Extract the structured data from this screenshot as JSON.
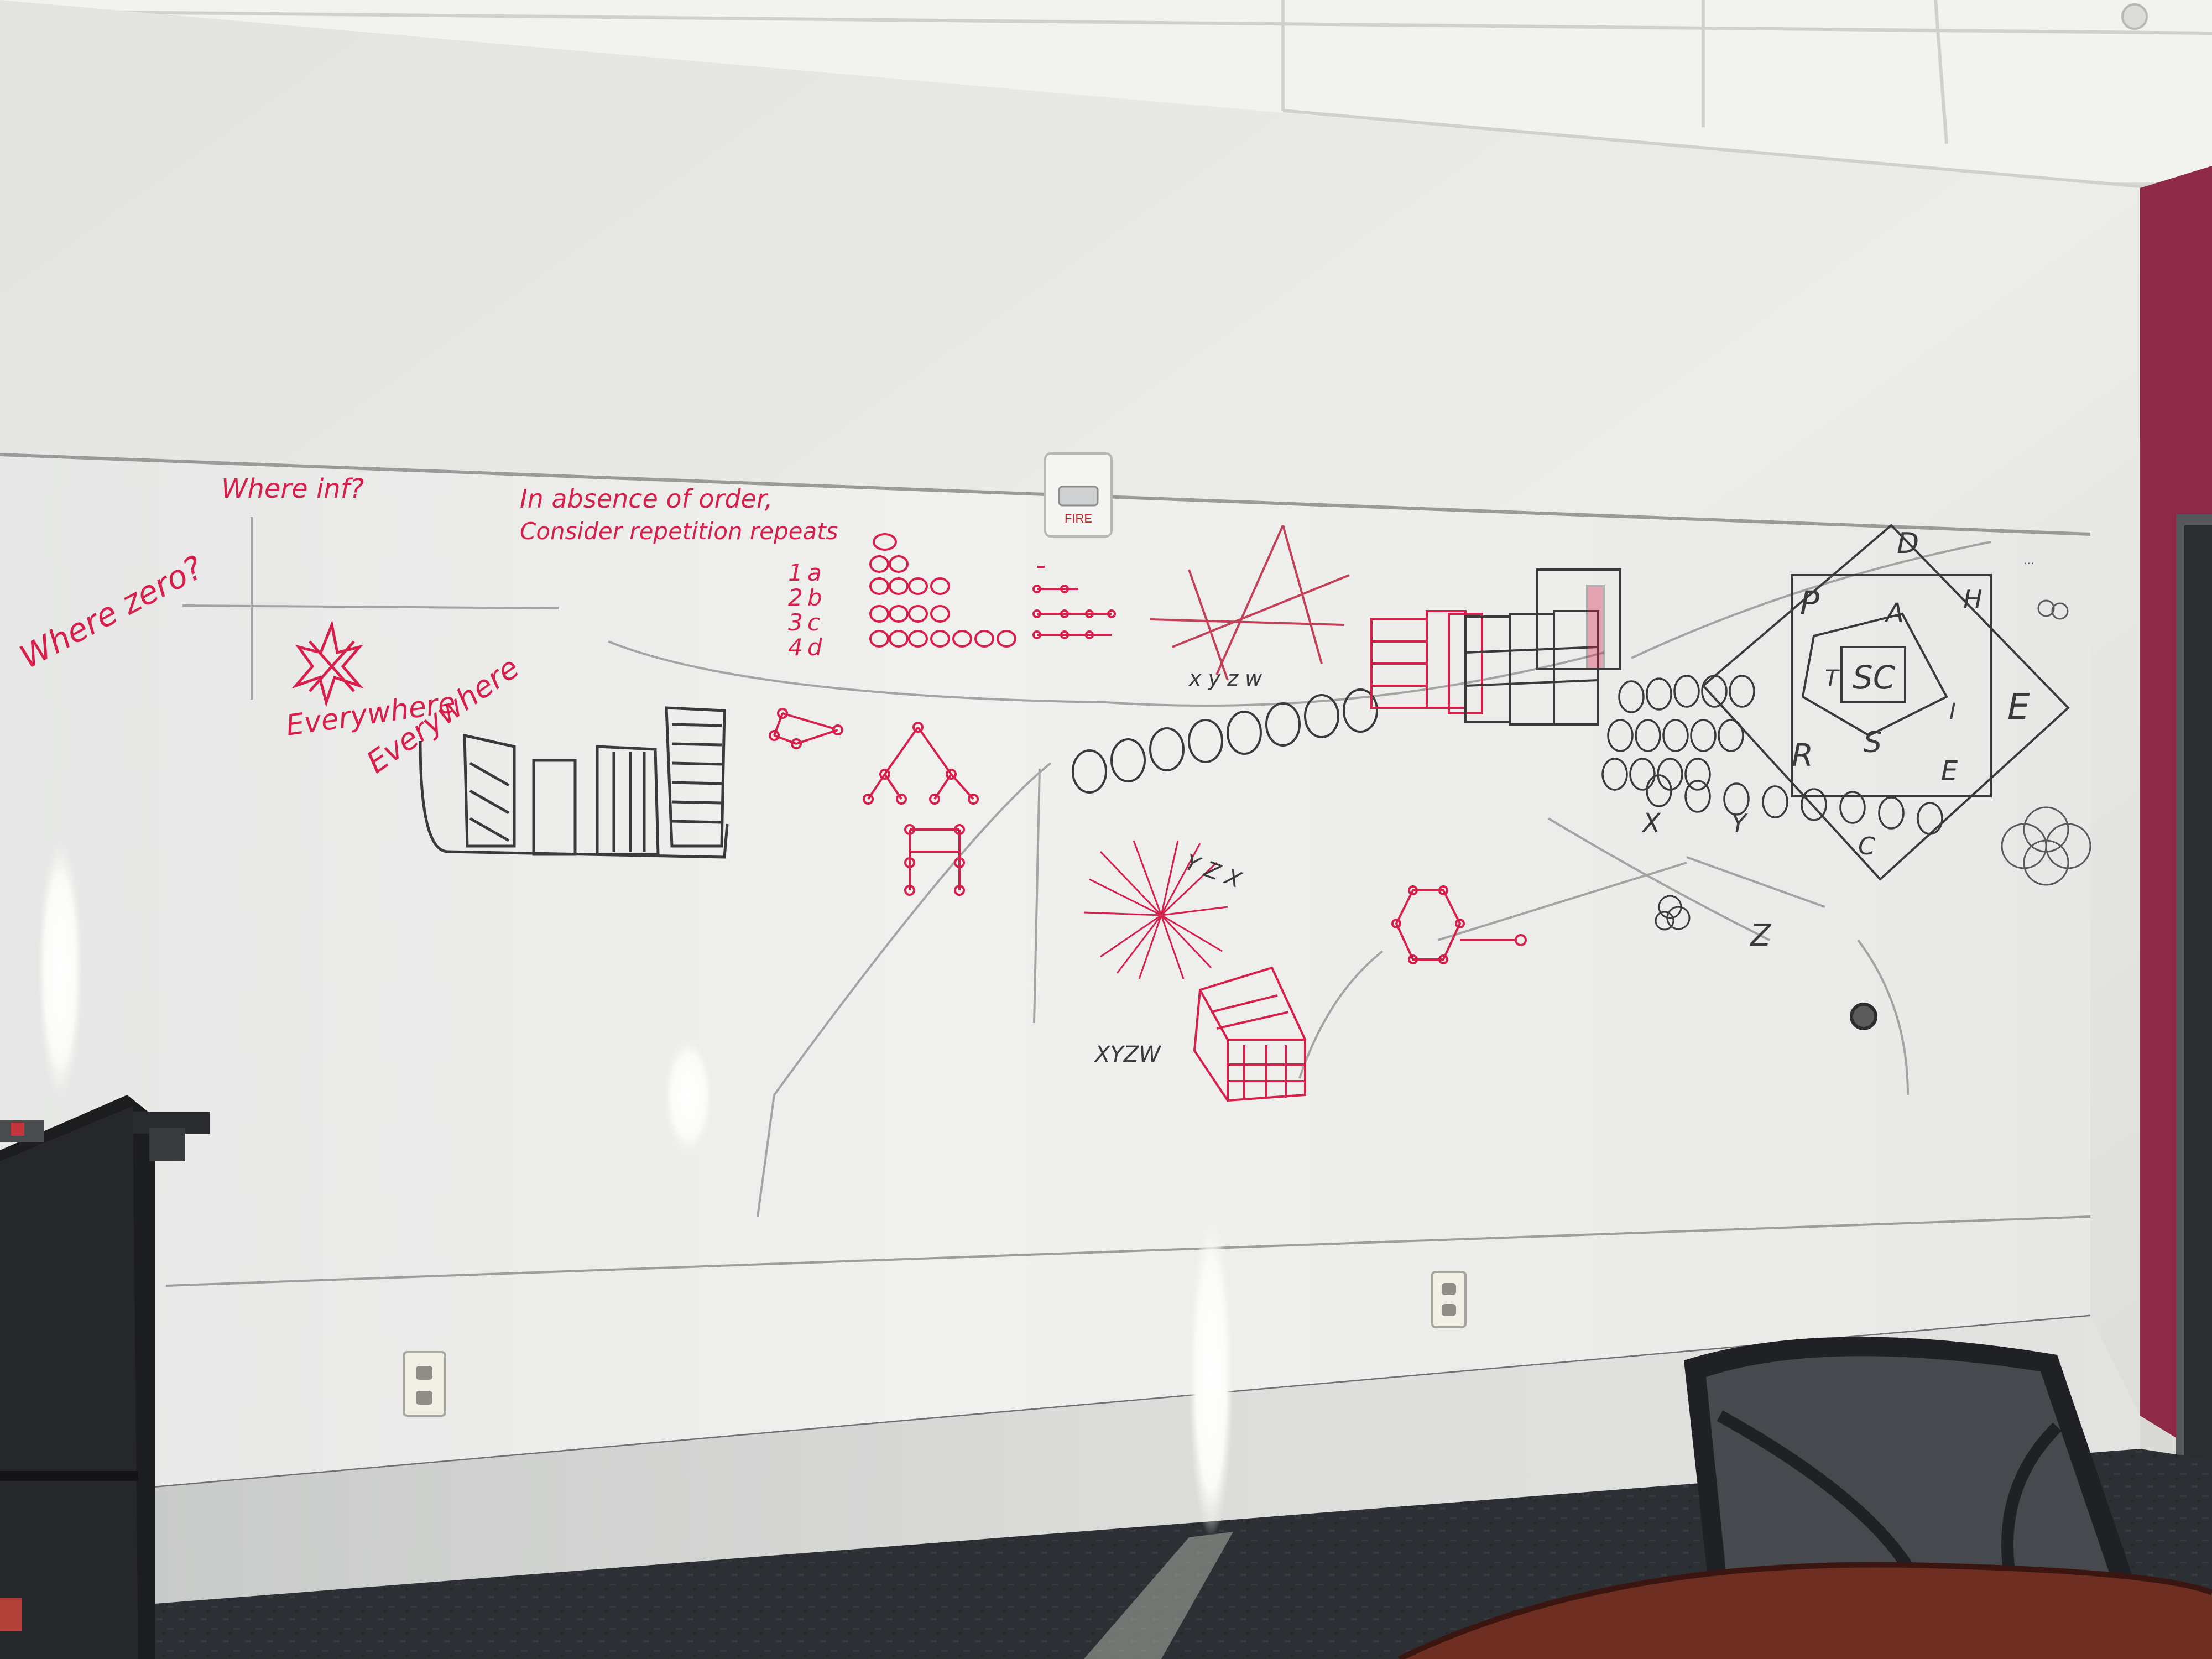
{
  "scene": {
    "colors": {
      "ceiling": "#f2f2f0",
      "wall": "#e9e9e7",
      "whiteboard": "#efefed",
      "trim": "#f6f6f4",
      "accent_wall": "#8e2a48",
      "carpet": "#2f3236",
      "shelf": "#1c1d1f",
      "table": "#6e2f22",
      "marker_red": "#d6204b",
      "marker_black": "#3a3a3a"
    },
    "fire_alarm": {
      "label": "FIRE"
    },
    "board_notes": {
      "where_zero": "Where zero?",
      "where_inf": "Where inf?",
      "absence_line1": "In absence of order,",
      "absence_line2": "Consider repetition repeats",
      "everywhere_1": "Everywhere",
      "everywhere_2": "Everywhere",
      "list_numbers": [
        "1",
        "2",
        "3",
        "4"
      ],
      "list_letters": [
        "a",
        "b",
        "c",
        "d"
      ],
      "xyzw_small": "x y z w",
      "xyzw_label": "XYZW",
      "xyz_stack": "Y Z X",
      "axis_x": "X",
      "axis_y": "Y",
      "axis_z": "Z",
      "axis_c": "C",
      "pachirse": {
        "D": "D",
        "P": "P",
        "H": "H",
        "A": "A",
        "T": "T",
        "SC": "SC",
        "I": "I",
        "R": "R",
        "S": "S",
        "E": "E",
        "E2": "E"
      },
      "corner_note": "..."
    }
  }
}
